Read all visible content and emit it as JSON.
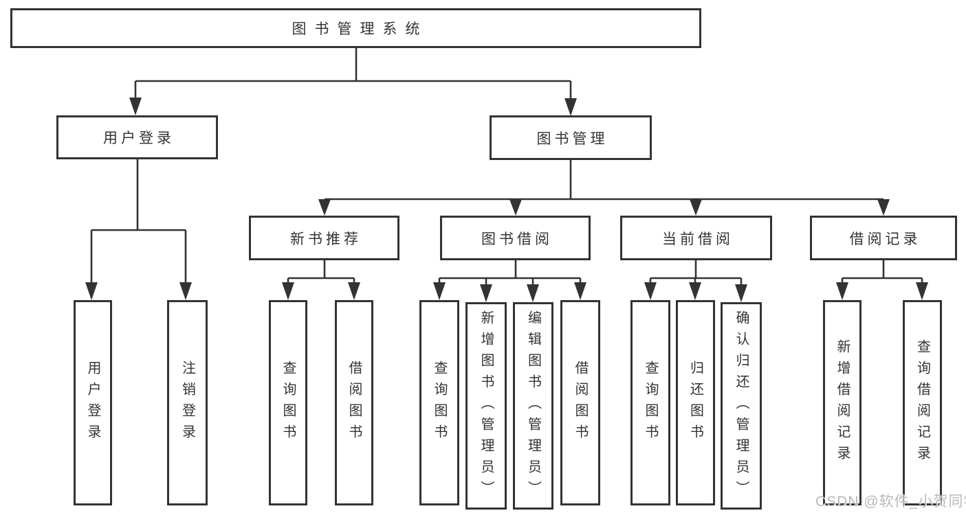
{
  "diagram_title": "图书管理系统",
  "nodes": {
    "root": {
      "label": "图书管理系统"
    },
    "level2": [
      {
        "id": "user-login",
        "label": "用户登录"
      },
      {
        "id": "book-management",
        "label": "图书管理"
      }
    ],
    "level3": [
      {
        "id": "new-book-recommend",
        "label": "新书推荐"
      },
      {
        "id": "book-borrowing",
        "label": "图书借阅"
      },
      {
        "id": "current-borrowing",
        "label": "当前借阅"
      },
      {
        "id": "borrowing-records",
        "label": "借阅记录"
      }
    ],
    "leaves": [
      {
        "id": "user-login",
        "parent": "用户登录",
        "label": "用户登录"
      },
      {
        "id": "logout",
        "parent": "用户登录",
        "label": "注销登录"
      },
      {
        "id": "query-books-1",
        "parent": "新书推荐",
        "label": "查询图书"
      },
      {
        "id": "borrow-books-1",
        "parent": "新书推荐",
        "label": "借阅图书"
      },
      {
        "id": "query-books-2",
        "parent": "图书借阅",
        "label": "查询图书"
      },
      {
        "id": "add-book-admin",
        "parent": "图书借阅",
        "label": "新增图书（管理员）"
      },
      {
        "id": "edit-book-admin",
        "parent": "图书借阅",
        "label": "编辑图书（管理员）"
      },
      {
        "id": "borrow-books-2",
        "parent": "图书借阅",
        "label": "借阅图书"
      },
      {
        "id": "query-books-3",
        "parent": "当前借阅",
        "label": "查询图书"
      },
      {
        "id": "return-books",
        "parent": "当前借阅",
        "label": "归还图书"
      },
      {
        "id": "confirm-return-admin",
        "parent": "当前借阅",
        "label": "确认归还（管理员）"
      },
      {
        "id": "add-borrow-record",
        "parent": "借阅记录",
        "label": "新增借阅记录"
      },
      {
        "id": "query-borrow-record",
        "parent": "借阅记录",
        "label": "查询借阅记录"
      }
    ]
  },
  "watermark": {
    "text": "CSDN @软件_小贺同学"
  },
  "colors": {
    "line": "#333333",
    "text": "#333333",
    "watermark": "#b9b9b9",
    "background": "#ffffff"
  }
}
